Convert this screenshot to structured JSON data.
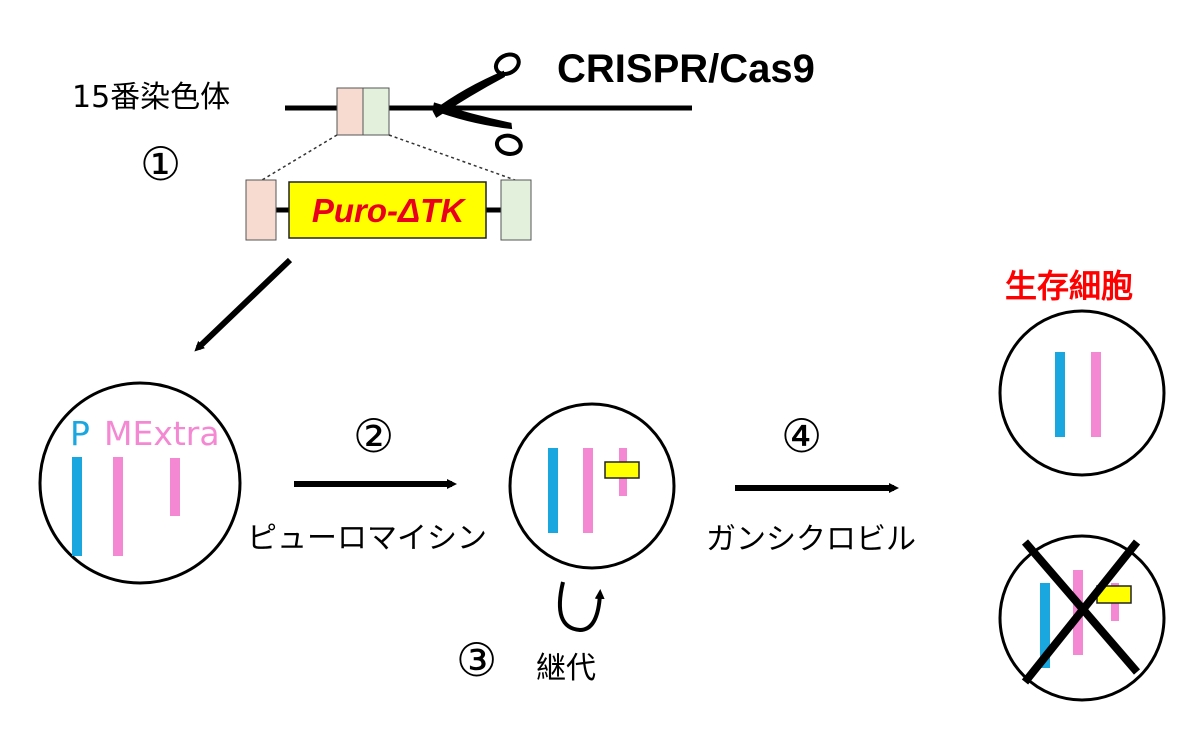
{
  "header": {
    "chromosome_label": "15番染色体",
    "tool_label": "CRISPR/Cas9"
  },
  "cassette": {
    "label": "Puro-ΔTK"
  },
  "steps": {
    "step1": "①",
    "step2": "②",
    "step3": "③",
    "step4": "④"
  },
  "reagents": {
    "puromycin": "ピューロマイシン",
    "passage": "継代",
    "ganciclovir": "ガンシクロビル"
  },
  "cell_labels": {
    "p": "P",
    "mextra": "MExtra"
  },
  "result": {
    "surviving_cells": "生存細胞"
  },
  "colors": {
    "p_chromosome": "#1AA7E0",
    "mextra_chromosome": "#F488D3",
    "cassette_fill": "#FFFF00",
    "cassette_text": "#E8001C",
    "left_homology_arm": "#F8DBD0",
    "right_homology_arm": "#E3F1DC",
    "surviving_label": "#FF0000",
    "line": "#000000"
  },
  "icons": {
    "scissors": "scissors-icon",
    "cross": "x-mark-icon"
  }
}
